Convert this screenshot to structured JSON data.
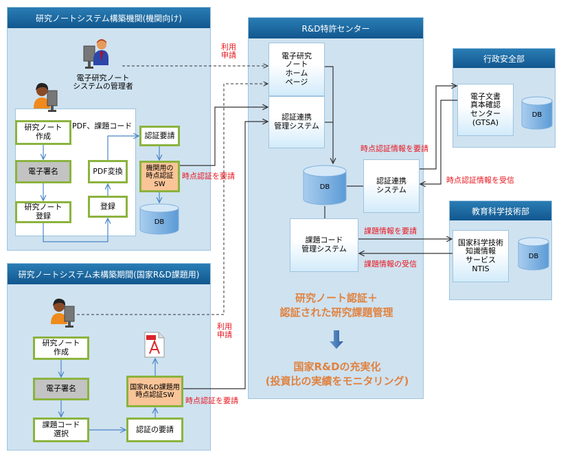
{
  "institution_panel": {
    "title": "研究ノートシステム構築機関(機関向け)",
    "admin_label": "電子研究ノート\nシステムの管理者",
    "pdf_code_label": "PDF、課題コード",
    "steps": {
      "create": "研究ノート\n作成",
      "signature": "電子署名",
      "register_note": "研究ノート\n登録",
      "register": "登録",
      "pdf_convert": "PDF変換",
      "auth_request": "認証要請",
      "timestamp_sw": "機関用の\n時点認証SW"
    },
    "db": "DB"
  },
  "national_panel": {
    "title": "研究ノートシステム未構築期間(国家R&D課題用)",
    "steps": {
      "create": "研究ノート\n作成",
      "signature": "電子署名",
      "select_code": "課題コード\n選択",
      "auth_request": "認証の要請",
      "timestamp_sw": "国家R&D課題用\n時点認証SW"
    },
    "pdf_icon": "pdf-file-icon"
  },
  "center_panel": {
    "title": "R&D特許センター",
    "homepage": "電子研究\nノート\nホーム\nページ",
    "auth_mgmt": "認証連携\n管理システム",
    "db": "DB",
    "auth_link": "認証連携\nシステム",
    "code_mgmt": "課題コード\n管理システム",
    "summary_line1": "研究ノート認証＋\n認証された研究課題管理",
    "summary_line2": "国家R&Dの充実化\n(投資比の実績をモニタリング)"
  },
  "admin_dept_panel": {
    "title": "行政安全部",
    "gtsa": "電子文書\n真本確認\nセンター\n(GTSA)",
    "db": "DB"
  },
  "education_panel": {
    "title": "教育科学技術部",
    "ntis": "国家科学技術\n知識情報\nサービス\nNTIS",
    "db": "DB"
  },
  "connector_labels": {
    "usage_request_top": "利用\n申請",
    "usage_request_bottom": "利用\n申請",
    "timestamp_request_1": "時点認証を要請",
    "timestamp_request_2": "時点認証を要請",
    "timestamp_info_request": "時点認証情報を要請",
    "timestamp_info_receive": "時点認証情報を受信",
    "task_info_request": "課題情報を要請",
    "task_info_receive": "課題情報の受信"
  },
  "colors": {
    "header_blue": "#1a6aa3",
    "panel_bg": "#cfe2f0",
    "green_border": "#8bb33e",
    "orange_box": "#f9c497",
    "red_label": "#e8141c",
    "orange_text": "#e0823f"
  }
}
